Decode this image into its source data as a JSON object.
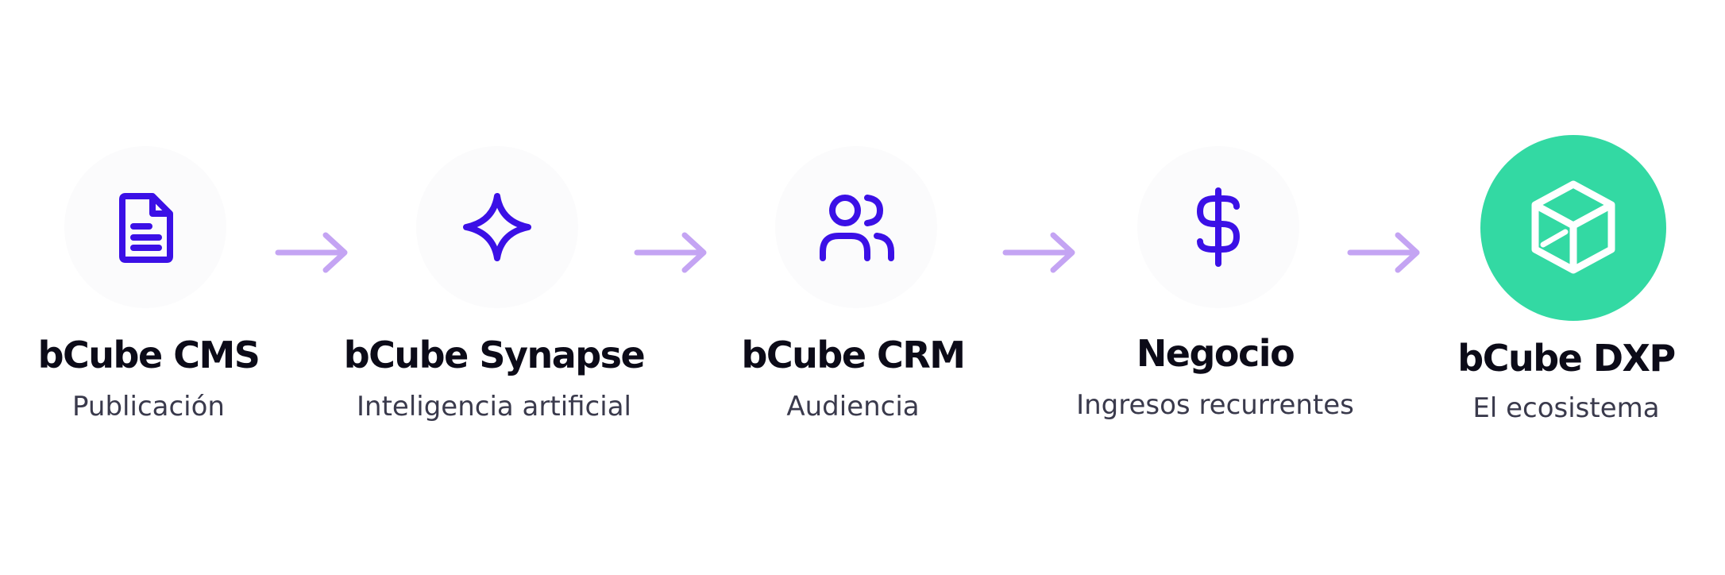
{
  "colors": {
    "icon": "#3b10e6",
    "arrow": "#c4a4f3",
    "final_circle": "#33d9a3",
    "title": "#0c0b18",
    "subtitle": "#3a3a4c"
  },
  "steps": [
    {
      "title": "bCube CMS",
      "subtitle": "Publicación",
      "icon": "document-icon"
    },
    {
      "title": "bCube Synapse",
      "subtitle": "Inteligencia artificial",
      "icon": "sparkle-icon"
    },
    {
      "title": "bCube CRM",
      "subtitle": "Audiencia",
      "icon": "users-icon"
    },
    {
      "title": "Negocio",
      "subtitle": "Ingresos recurrentes",
      "icon": "dollar-icon"
    },
    {
      "title": "bCube DXP",
      "subtitle": "El ecosistema",
      "icon": "cube-icon"
    }
  ]
}
